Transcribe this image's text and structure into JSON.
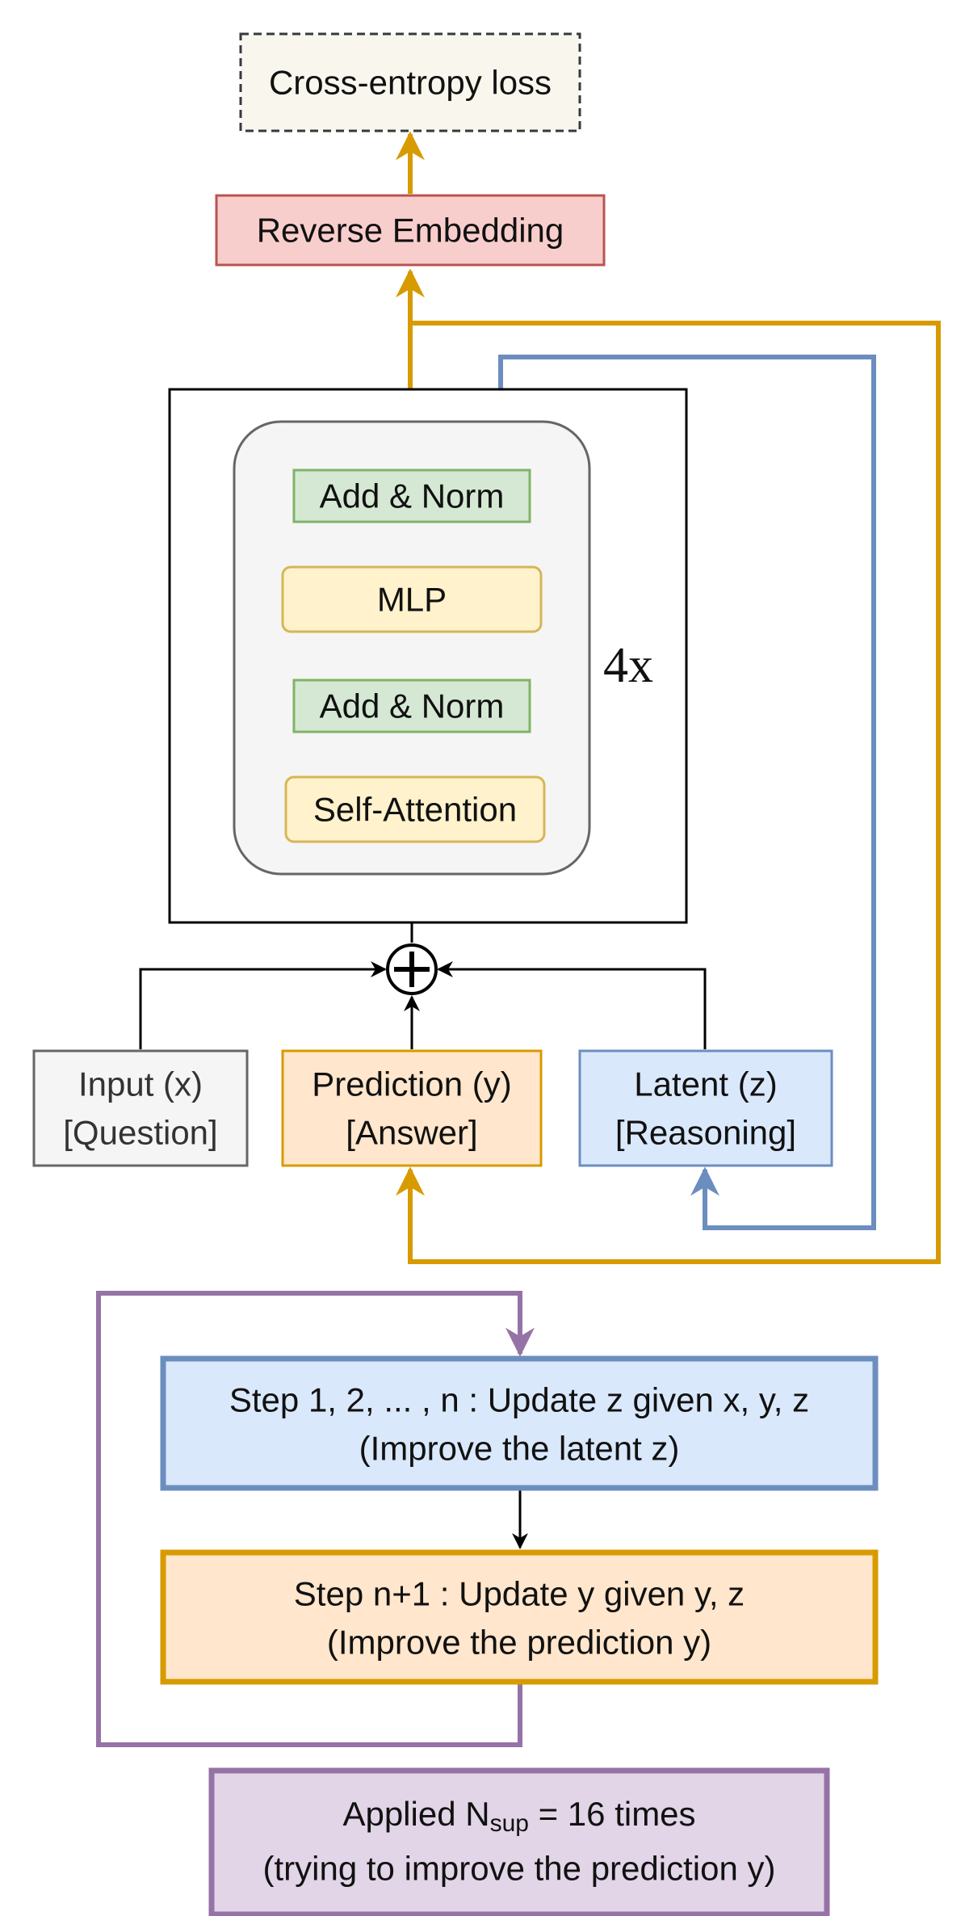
{
  "colors": {
    "gold": "#d79b00",
    "blue": "#6c8ebf",
    "purple": "#9673a6",
    "black": "#000000"
  },
  "loss": {
    "label": "Cross-entropy loss"
  },
  "reverse_embedding": {
    "label": "Reverse Embedding"
  },
  "block": {
    "add_norm_top": "Add & Norm",
    "mlp": "MLP",
    "add_norm_bottom": "Add & Norm",
    "self_attention": "Self-Attention",
    "repeat": "4x"
  },
  "inputs": {
    "x": {
      "line1": "Input (x)",
      "line2": "[Question]"
    },
    "y": {
      "line1": "Prediction (y)",
      "line2": "[Answer]"
    },
    "z": {
      "line1": "Latent (z)",
      "line2": "[Reasoning]"
    }
  },
  "steps": {
    "step_z": {
      "line1": "Step 1, 2, ... , n : Update z given x, y, z",
      "line2": "(Improve the latent z)"
    },
    "step_y": {
      "line1": "Step n+1 : Update y given y, z",
      "line2": "(Improve the prediction y)"
    }
  },
  "applied": {
    "prefix": "Applied N",
    "subscript": "sup",
    "suffix": " = 16 times",
    "line2": "(trying to improve the prediction y)"
  }
}
